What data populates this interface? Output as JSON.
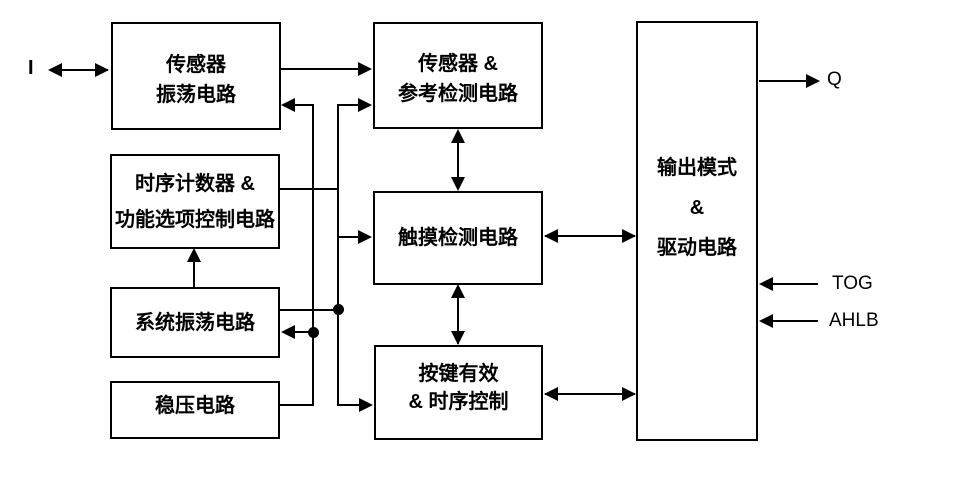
{
  "diagram": {
    "title": "touch-key chip functional block diagram",
    "background_color": "#ffffff",
    "line_color": "#000000",
    "blocks": {
      "sensor_osc": {
        "lines": [
          "传感器",
          "振荡电路"
        ]
      },
      "timing_counter": {
        "lines": [
          "时序计数器 &",
          "功能选项控制电路"
        ]
      },
      "system_osc": {
        "lines": [
          "系统振荡电路"
        ]
      },
      "regulator": {
        "lines": [
          "稳压电路"
        ]
      },
      "sensor_ref_detect": {
        "lines": [
          "传感器 &",
          "参考检测电路"
        ]
      },
      "touch_detect": {
        "lines": [
          "触摸检测电路"
        ]
      },
      "key_valid_timing": {
        "lines": [
          "按键有效",
          "& 时序控制"
        ]
      },
      "output_drive": {
        "lines": [
          "输出模式",
          "&",
          "驱动电路"
        ]
      }
    },
    "ports": {
      "input_i": "I",
      "output_q": "Q",
      "input_tog": "TOG",
      "input_ahlb": "AHLB"
    }
  }
}
